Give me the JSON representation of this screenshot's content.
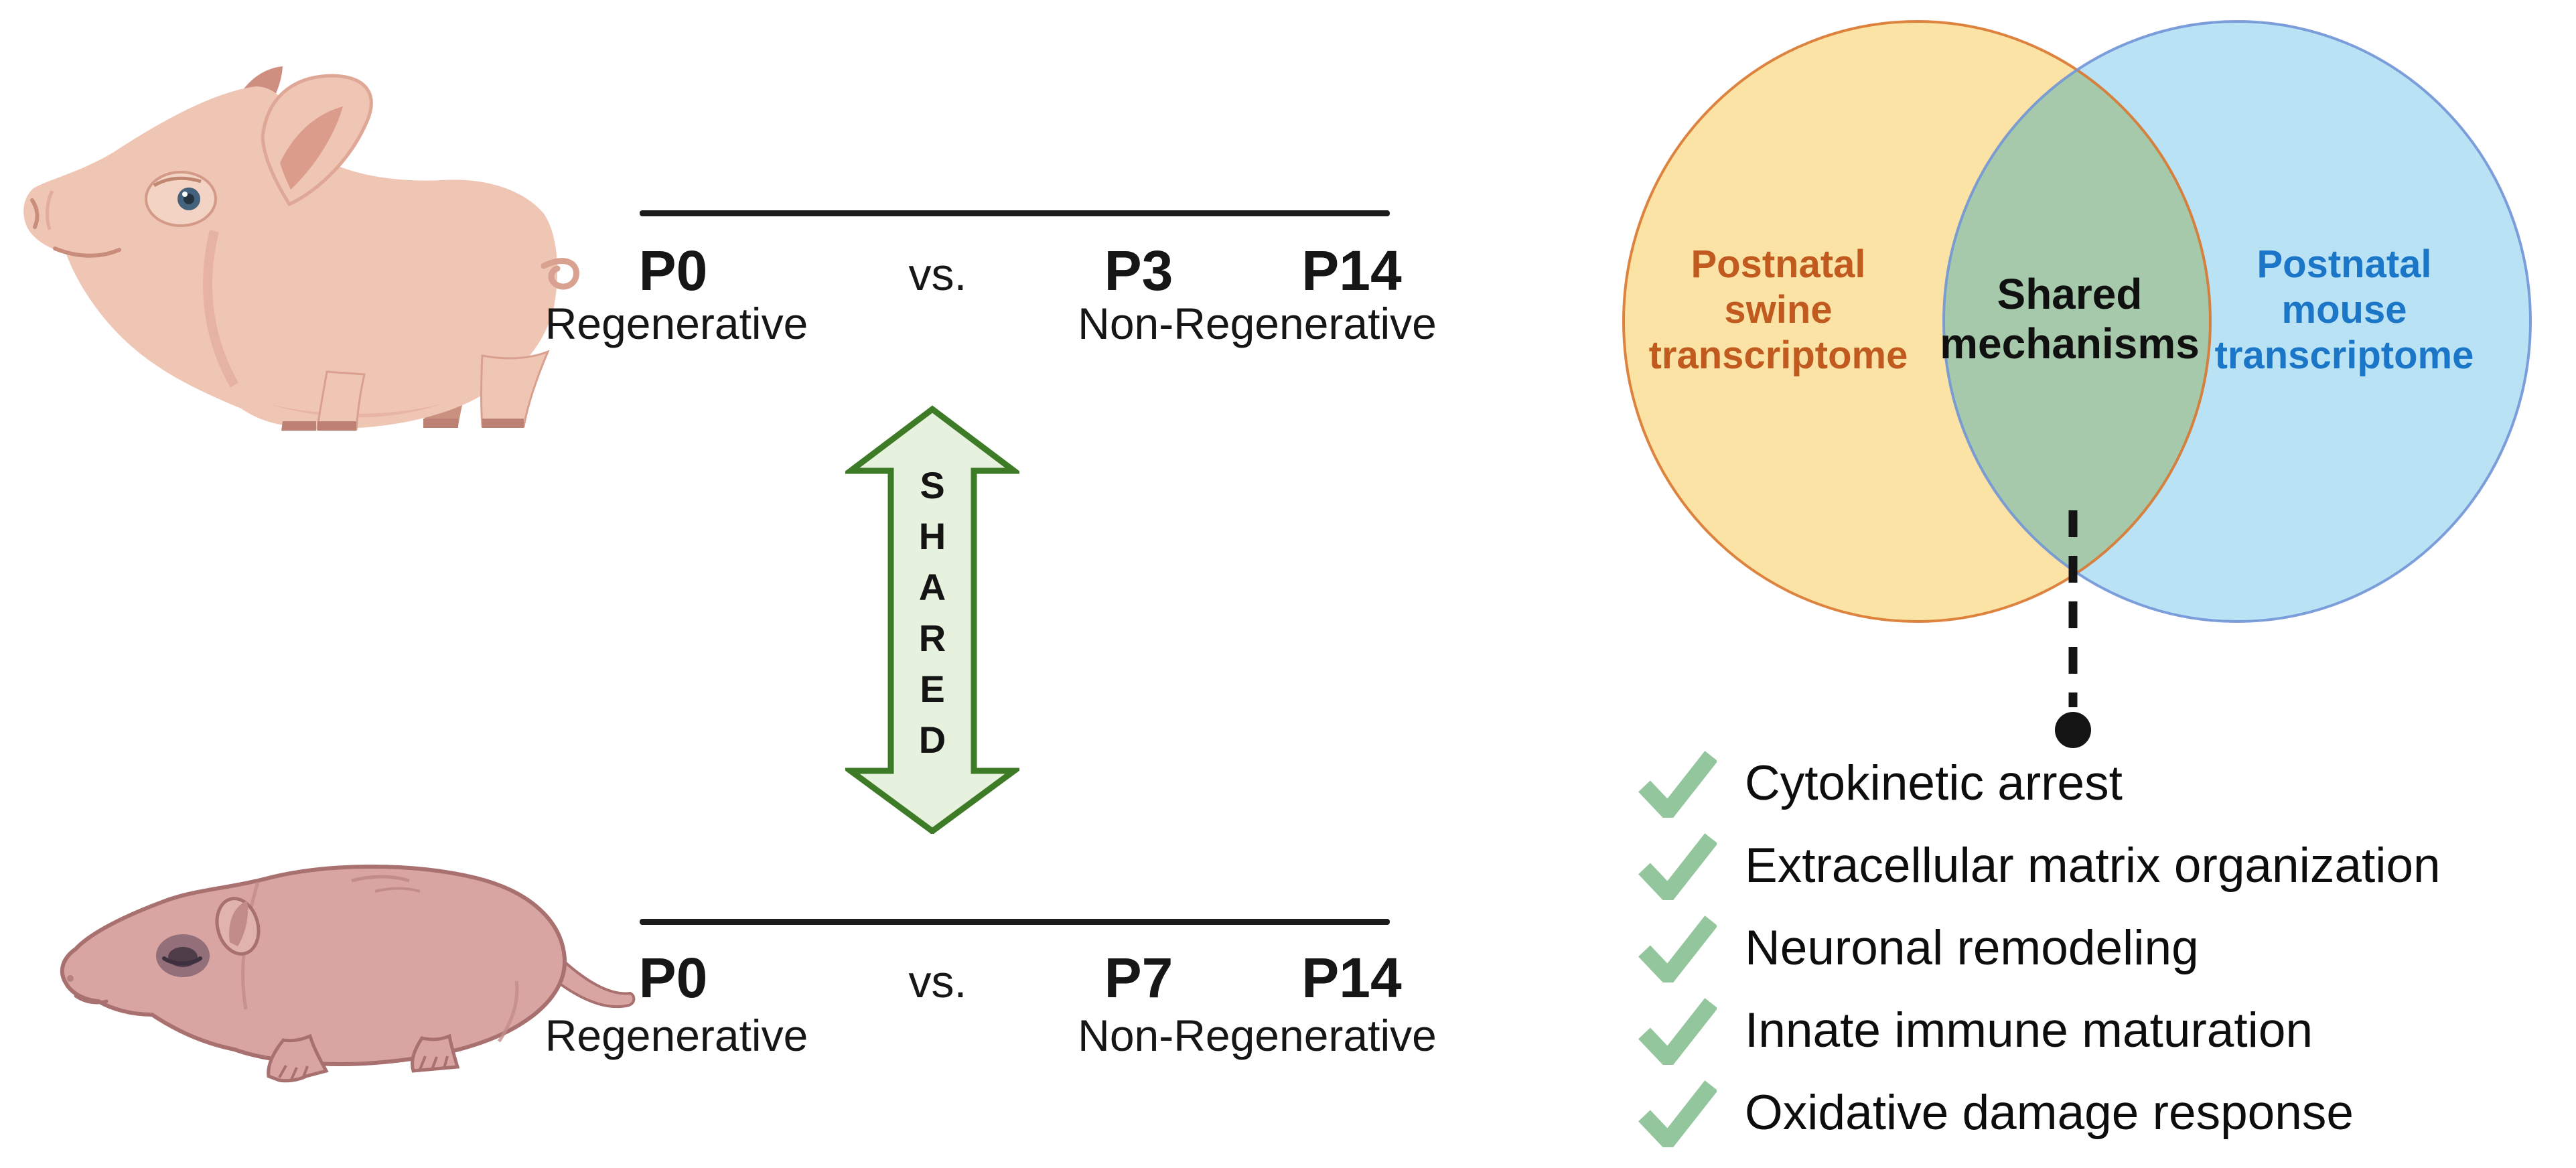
{
  "figure": {
    "type": "graphical-abstract",
    "background": "#ffffff"
  },
  "swine_comparison": {
    "animal": "piglet",
    "p_left": "P0",
    "vs": "vs.",
    "p_mid": "P3",
    "p_right": "P14",
    "left_condition": "Regenerative",
    "right_condition": "Non-Regenerative"
  },
  "mouse_comparison": {
    "animal": "newborn mouse",
    "p_left": "P0",
    "vs": "vs.",
    "p_mid": "P7",
    "p_right": "P14",
    "left_condition": "Regenerative",
    "right_condition": "Non-Regenerative"
  },
  "shared_arrow": {
    "word": "SHARED",
    "letters": [
      "S",
      "H",
      "A",
      "R",
      "E",
      "D"
    ]
  },
  "venn": {
    "left_label": "Postnatal\nswine\ntranscriptome",
    "center_label": "Shared\nmechanisms",
    "right_label": "Postnatal\nmouse\ntranscriptome"
  },
  "shared_mechanisms": {
    "items": [
      "Cytokinetic arrest",
      "Extracellular matrix organization",
      "Neuronal remodeling",
      "Innate immune maturation",
      "Oxidative damage response"
    ]
  },
  "colors": {
    "swine_circle_fill": "#FBE3A6",
    "swine_circle_border": "#D9772F",
    "swine_label_text": "#C05A1F",
    "mouse_circle_fill": "#B9E2F5",
    "mouse_circle_border": "#7195D6",
    "mouse_label_text": "#1B76C8",
    "overlap_fill": "#A6C9AB",
    "arrow_fill": "#E7F2DE",
    "arrow_border": "#3E7B27",
    "checkmark_green": "#93C69D",
    "text_black": "#111111"
  }
}
